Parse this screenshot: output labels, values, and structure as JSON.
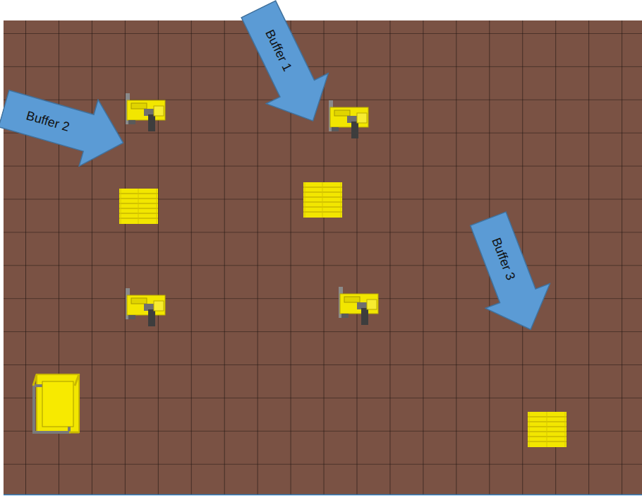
{
  "diagram": {
    "nodes": [
      {
        "text": [
          "Buffer 1"
        ]
      },
      {
        "text": [
          "Buffer 2"
        ]
      },
      {
        "text": [
          "Buffer 3"
        ]
      }
    ]
  }
}
